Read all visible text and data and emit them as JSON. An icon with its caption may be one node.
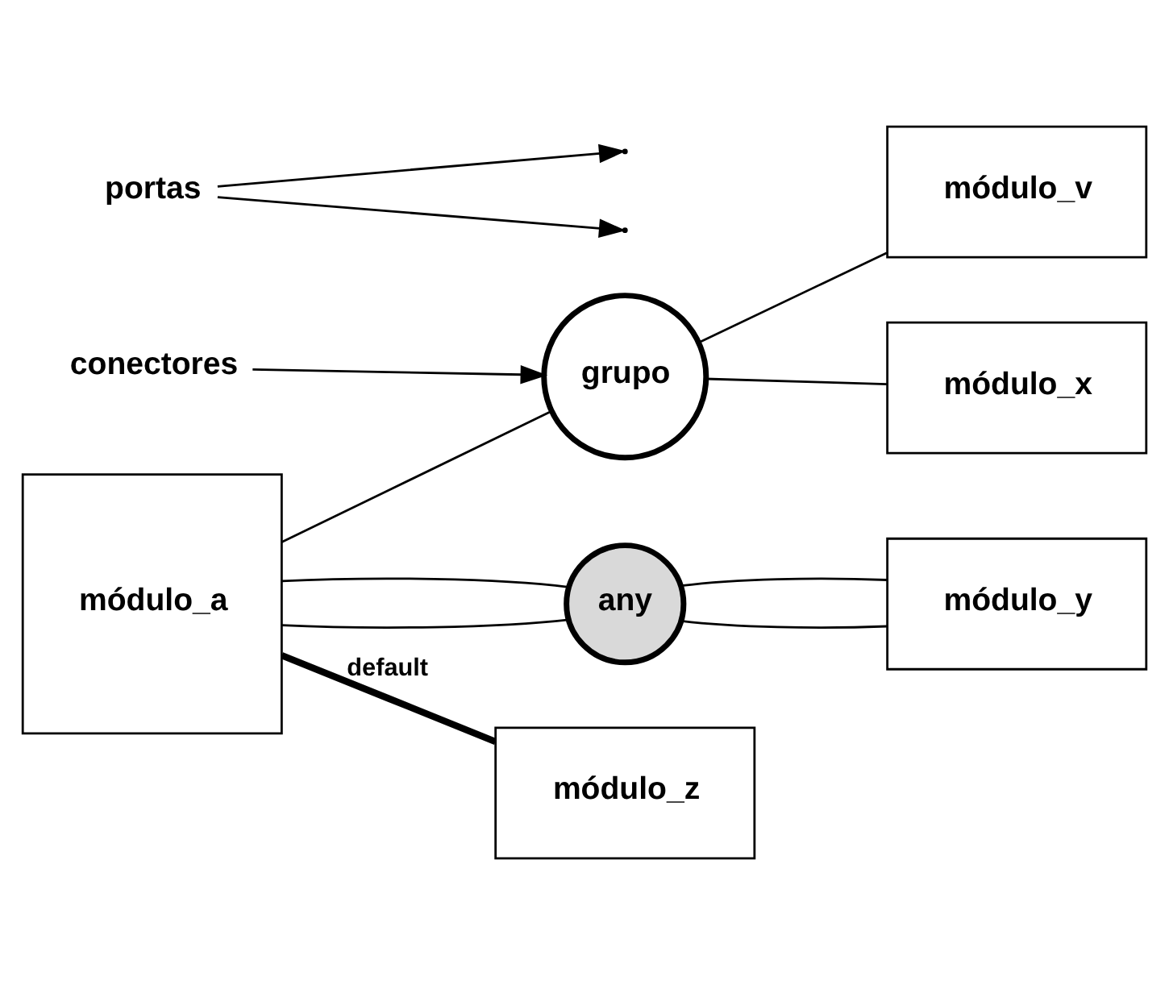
{
  "diagram": {
    "nodes": [
      {
        "text": [
          "conectores"
        ]
      },
      {
        "text": [
          "grupo"
        ]
      },
      {
        "text": [
          "módulo_v"
        ]
      },
      {
        "text": [
          "módulo_x"
        ]
      },
      {
        "text": [
          "any"
        ]
      },
      {
        "text": [
          "módulo_a"
        ]
      },
      {
        "text": [
          "módulo_y"
        ]
      },
      {
        "text": [
          "módulo_z"
        ]
      },
      {
        "text": [
          "portas"
        ]
      }
    ],
    "edges": [
      {
        "from": 0,
        "to": 1,
        "arrow": "to"
      },
      {
        "from": 5,
        "to": 1,
        "arrow": "none"
      },
      {
        "from": 1,
        "to": 2,
        "arrow": "none"
      },
      {
        "from": 1,
        "to": 3,
        "arrow": "none"
      },
      {
        "from": 5,
        "to": 4,
        "arrow": "none"
      },
      {
        "from": 5,
        "to": 4,
        "arrow": "none"
      },
      {
        "from": 4,
        "to": 6,
        "arrow": "none"
      },
      {
        "from": 4,
        "to": 6,
        "arrow": "none"
      },
      {
        "from": 5,
        "to": 7,
        "arrow": "none",
        "label": "default",
        "style": "thick"
      },
      {
        "from": 8,
        "to": null,
        "arrow": "to"
      },
      {
        "from": 8,
        "to": null,
        "arrow": "to"
      }
    ]
  }
}
